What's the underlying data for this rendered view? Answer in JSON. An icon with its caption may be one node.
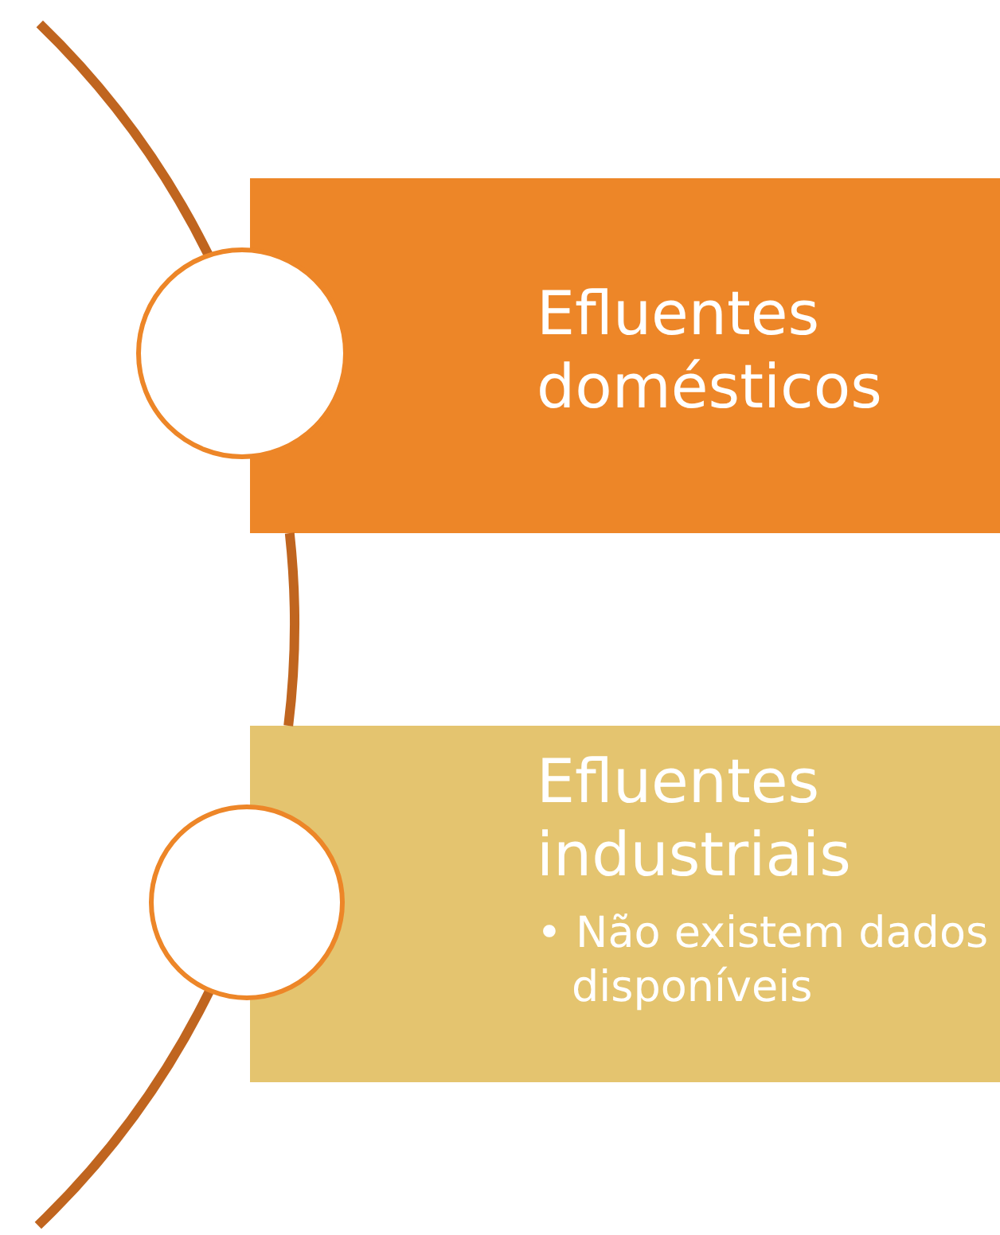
{
  "diagram": {
    "nodes": [
      {
        "text": [],
        "shape": "circle"
      },
      {
        "text": [
          "Efluentes domésticos"
        ]
      },
      {
        "text": [],
        "shape": "circle"
      },
      {
        "text": [
          "Efluentes industriais",
          "• Não existem dados disponíveis"
        ]
      }
    ],
    "edges": [
      {
        "from": null,
        "to": 0,
        "arrow": "none"
      },
      {
        "from": 1,
        "to": 3,
        "arrow": "none"
      },
      {
        "from": 2,
        "to": null,
        "arrow": "none"
      }
    ]
  }
}
